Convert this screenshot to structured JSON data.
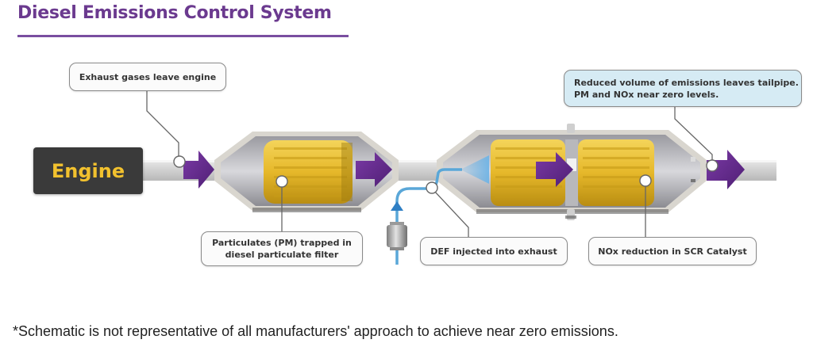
{
  "title": "Diesel Emissions Control System",
  "engine": {
    "label": "Engine"
  },
  "callouts": {
    "exhaust_leave": "Exhaust gases leave engine",
    "tailpipe_line1": "Reduced volume of emissions leaves tailpipe.",
    "tailpipe_line2": "PM and NOx near zero levels.",
    "dpf_line1": "Particulates (PM) trapped in",
    "dpf_line2": "diesel particulate filter",
    "def_injected": "DEF injected into exhaust",
    "scr_reduction": "NOx reduction in SCR Catalyst"
  },
  "components": [
    {
      "name": "Engine",
      "icon": "engine-block"
    },
    {
      "name": "Diesel Particulate Filter (DPF)",
      "icon": "filter-canister"
    },
    {
      "name": "DEF Injector",
      "icon": "injector-icon"
    },
    {
      "name": "SCR Catalyst",
      "icon": "catalyst-canister"
    },
    {
      "name": "Tailpipe",
      "icon": "tailpipe"
    }
  ],
  "colors": {
    "title": "#6b3a8f",
    "flow_arrow": "#6a2d91",
    "filter_core": "#e8bd2a",
    "def_line": "#5aa7d8",
    "engine_text": "#f2c12e",
    "engine_box": "#3a3a3a",
    "callout_highlight": "#d6ebf4"
  },
  "footnote": "*Schematic is not representative of all manufacturers' approach to achieve near zero emissions."
}
